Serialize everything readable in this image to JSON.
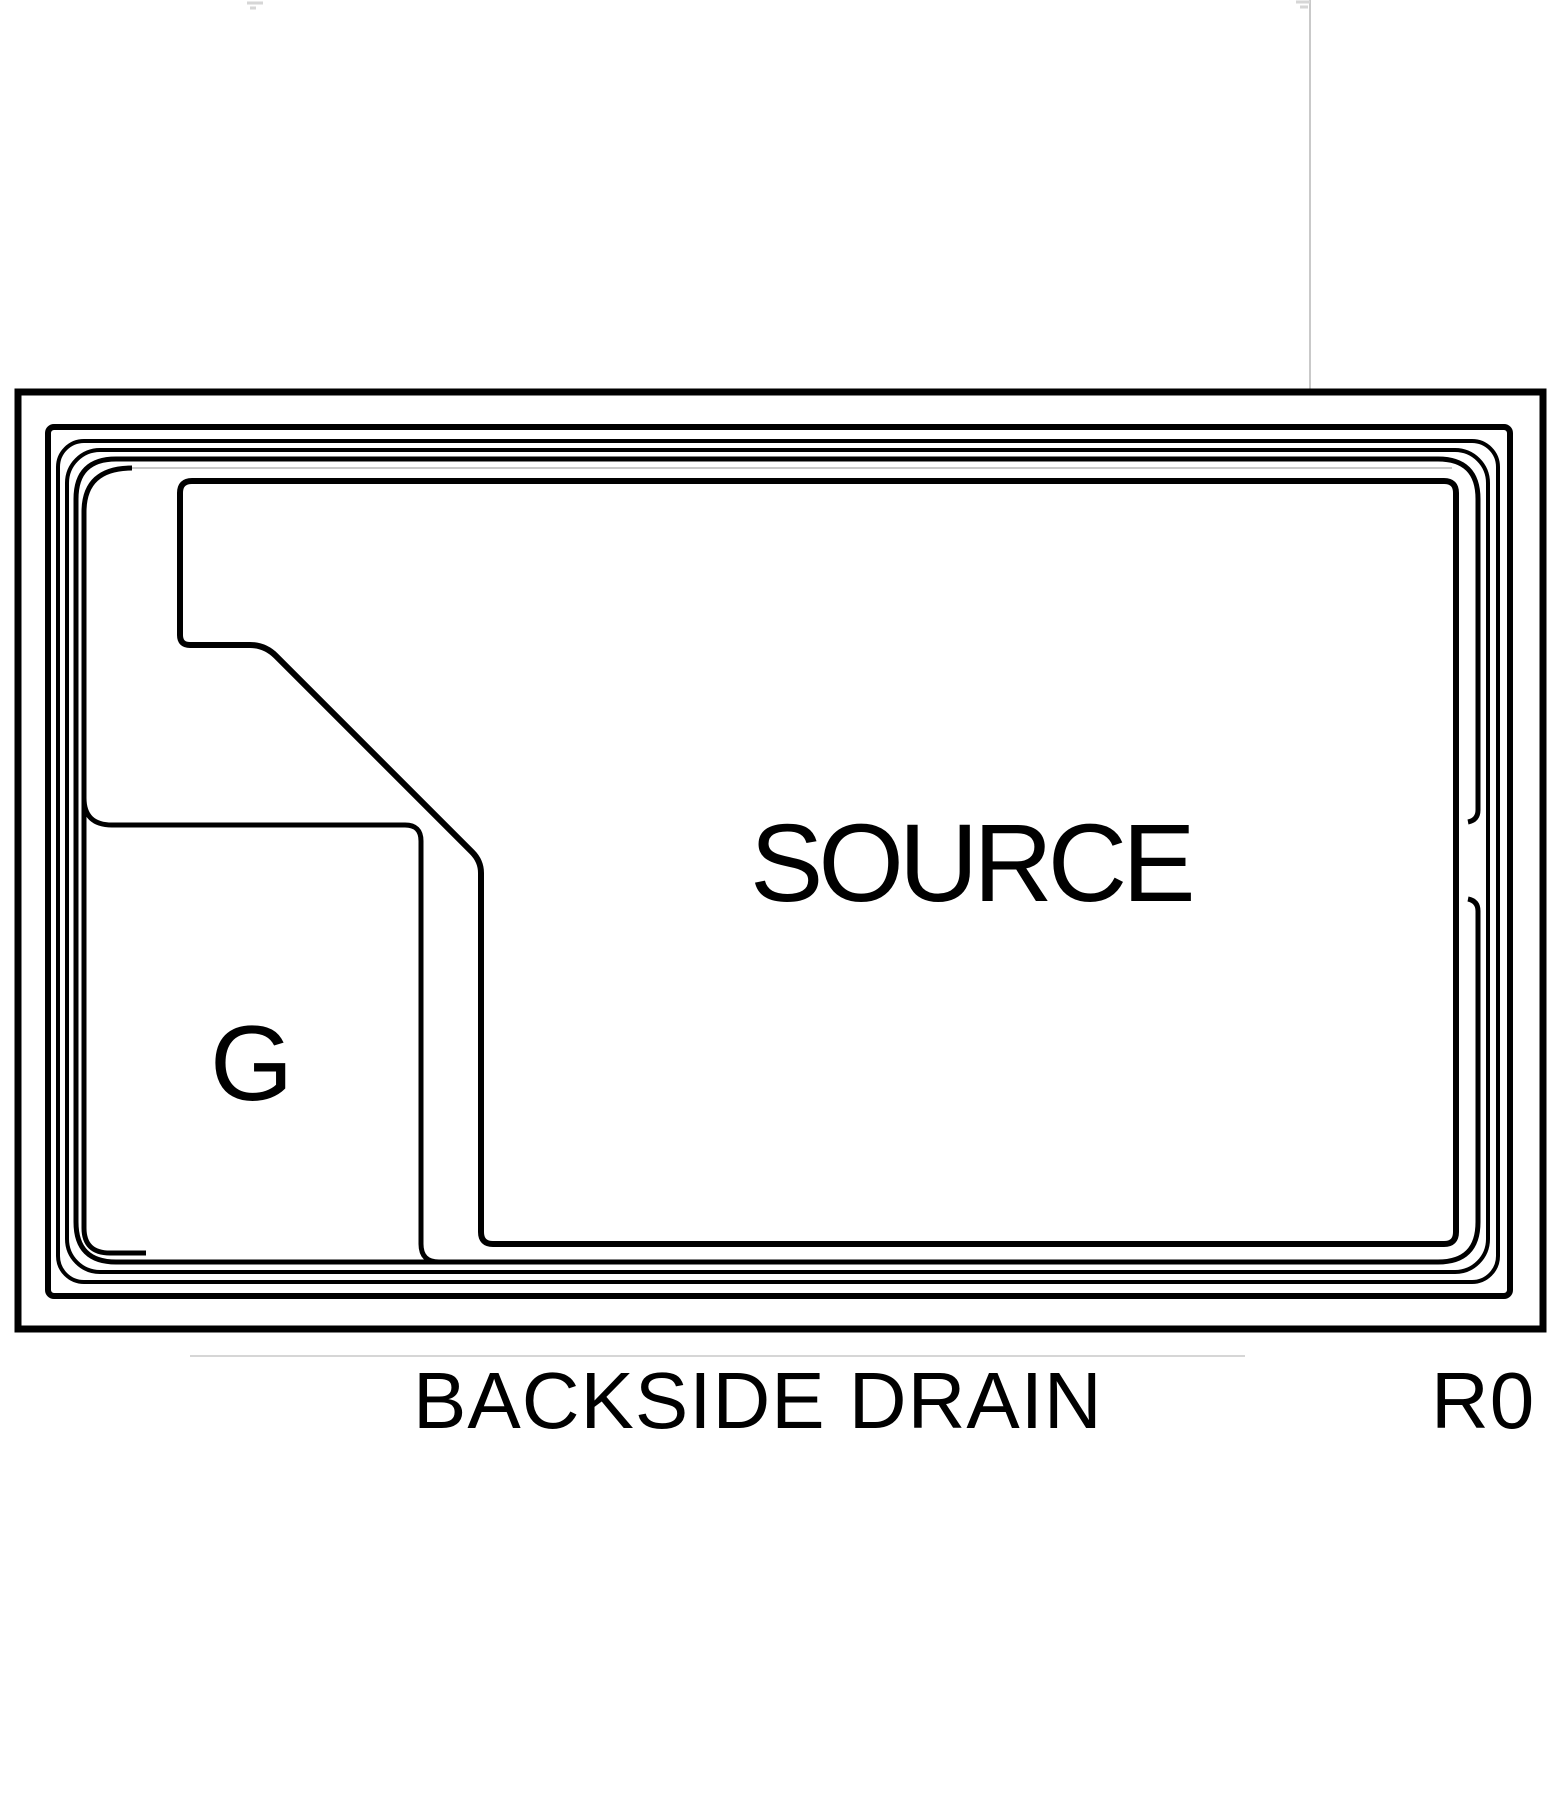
{
  "diagram": {
    "type": "semiconductor-die-pad-layout",
    "labels": {
      "source": "SOURCE",
      "gate": "G",
      "backside_drain": "BACKSIDE DRAIN",
      "revision": "R0"
    },
    "colors": {
      "line": "#000000",
      "text": "#000000",
      "faint_artifact_line": "#c9c9c9",
      "background": "#ffffff"
    }
  }
}
